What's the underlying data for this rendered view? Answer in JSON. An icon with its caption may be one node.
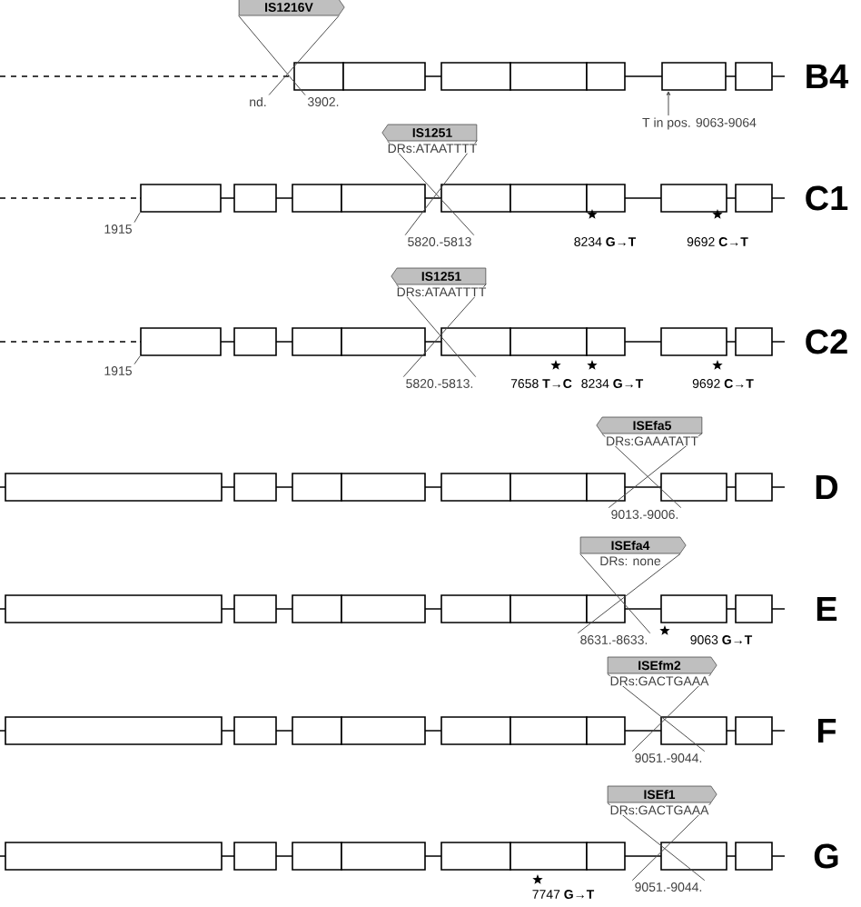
{
  "diagram": {
    "nodes": [
      {
        "text": [
          "IS1216V"
        ]
      },
      {
        "text": [
          "nd."
        ]
      },
      {
        "text": [
          "3902."
        ]
      },
      {
        "text": [
          "T in pos. 9063-9064"
        ]
      },
      {
        "text": [
          "IS1251"
        ],
        "beside": [
          "DRs:ATAATTTT"
        ]
      },
      {
        "text": [
          "1915"
        ]
      },
      {
        "text": [
          "5820.-5813"
        ]
      },
      {
        "text": [
          "IS1251"
        ],
        "beside": [
          "DRs:ATAATTTT"
        ]
      },
      {
        "text": [
          "1915"
        ]
      },
      {
        "text": [
          "5820.-5813."
        ]
      },
      {
        "text": [
          "ISEfa5"
        ],
        "beside": [
          "DRs:GAAATATT"
        ]
      },
      {
        "text": [
          "9013.-9006."
        ]
      },
      {
        "text": [
          "ISEfa4"
        ],
        "beside": [
          "DRs: none"
        ]
      },
      {
        "text": [
          "8631.-8633."
        ]
      },
      {
        "text": [
          "ISEfm2"
        ],
        "beside": [
          "DRs:GACTGAAA"
        ]
      },
      {
        "text": [
          "9051.-9044."
        ]
      },
      {
        "text": [
          "ISEf1"
        ],
        "beside": [
          "DRs:GACTGAAA"
        ]
      },
      {
        "text": [
          "9051.-9044."
        ]
      },
      {
        "text": [],
        "shape": "box"
      },
      {
        "text": [],
        "shape": "box"
      },
      {
        "text": [],
        "shape": "box"
      }
    ],
    "edges": [
      {
        "from": 0,
        "to": 1,
        "arrow": "none"
      },
      {
        "from": 0,
        "to": 2,
        "arrow": "none"
      },
      {
        "from": 3,
        "to": 18,
        "arrow": "to"
      },
      {
        "from": 4,
        "to": 6,
        "arrow": "none"
      },
      {
        "from": 4,
        "to": 6,
        "arrow": "none"
      },
      {
        "from": 5,
        "to": 19,
        "arrow": "none"
      },
      {
        "from": 7,
        "to": 9,
        "arrow": "none"
      },
      {
        "from": 7,
        "to": 9,
        "arrow": "none"
      },
      {
        "from": 8,
        "to": 20,
        "arrow": "none"
      },
      {
        "from": 10,
        "to": 11,
        "arrow": "none"
      },
      {
        "from": 10,
        "to": 11,
        "arrow": "none"
      },
      {
        "from": 12,
        "to": 13,
        "arrow": "none"
      },
      {
        "from": 12,
        "to": 13,
        "arrow": "none"
      },
      {
        "from": 14,
        "to": 15,
        "arrow": "none"
      },
      {
        "from": 14,
        "to": 15,
        "arrow": "none"
      },
      {
        "from": 16,
        "to": 17,
        "arrow": "none"
      },
      {
        "from": 16,
        "to": 17,
        "arrow": "none"
      }
    ],
    "labels": [
      "B4",
      "8234 **G→T**",
      "9692 **C→T**",
      "C1",
      "7658 **T→C**",
      "8234 **G→T**",
      "9692 **C→T**",
      "C2",
      "D",
      "9063 **G→T**",
      "E",
      "F",
      "7747 **G→T**",
      "G"
    ]
  }
}
